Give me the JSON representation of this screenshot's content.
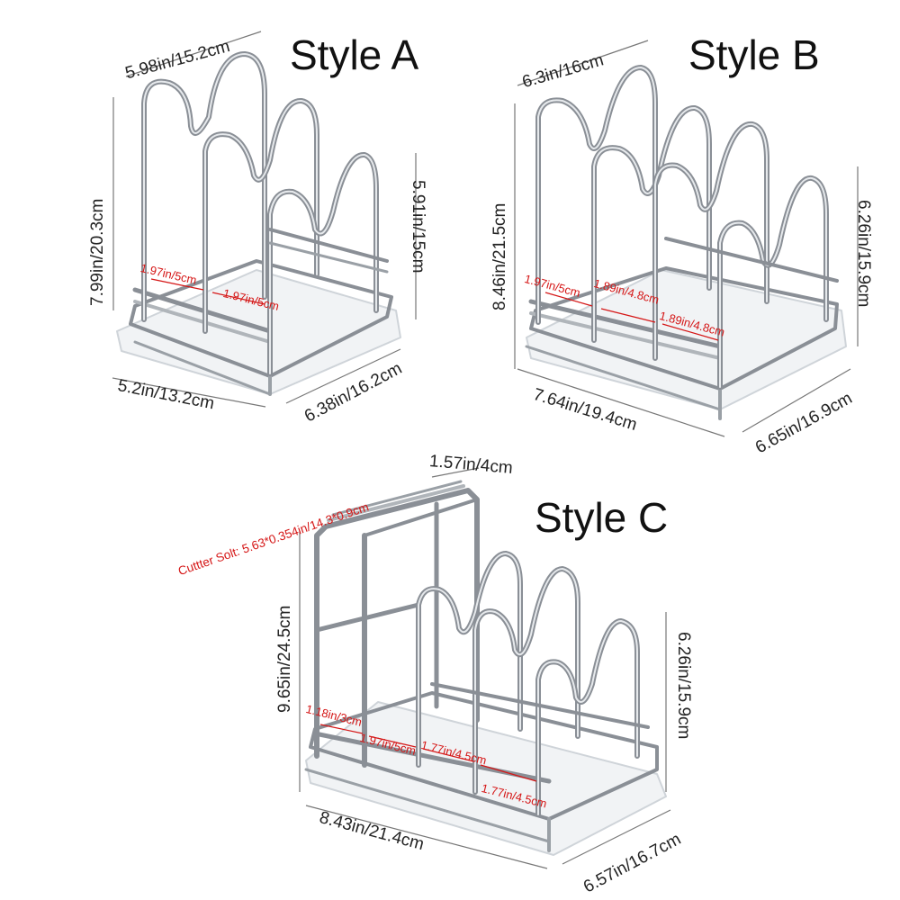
{
  "colors": {
    "steel": "#8a8f96",
    "steel_light": "#d7dadf",
    "tray": "#eef1f4",
    "dim_line": "#666666",
    "red": "#d51616"
  },
  "style_a": {
    "title": "Style A",
    "top_width": "5.98in/15.2cm",
    "height": "7.99in/20.3cm",
    "front_height": "5.91in/15cm",
    "base_width": "5.2in/13.2cm",
    "depth": "6.38in/16.2cm",
    "gap1": "1.97in/5cm",
    "gap2": "1.97in/5cm"
  },
  "style_b": {
    "title": "Style B",
    "top_width": "6.3in/16cm",
    "height": "8.46in/21.5cm",
    "front_height": "6.26in/15.9cm",
    "base_width": "7.64in/19.4cm",
    "depth": "6.65in/16.9cm",
    "gap1": "1.97in/5cm",
    "gap2": "1.89in/4.8cm",
    "gap3": "1.89in/4.8cm"
  },
  "style_c": {
    "title": "Style C",
    "slot_width": "1.57in/4cm",
    "cutter_slot": "Cuttter Solt: 5.63*0.354in/14.3*0.9cm",
    "height": "9.65in/24.5cm",
    "front_height": "6.26in/15.9cm",
    "base_width": "8.43in/21.4cm",
    "depth": "6.57in/16.7cm",
    "gap1": "1.18in/3cm",
    "gap2": "1.97in/5cm",
    "gap3": "1.77in/4.5cm",
    "gap4": "1.77in/4.5cm"
  }
}
